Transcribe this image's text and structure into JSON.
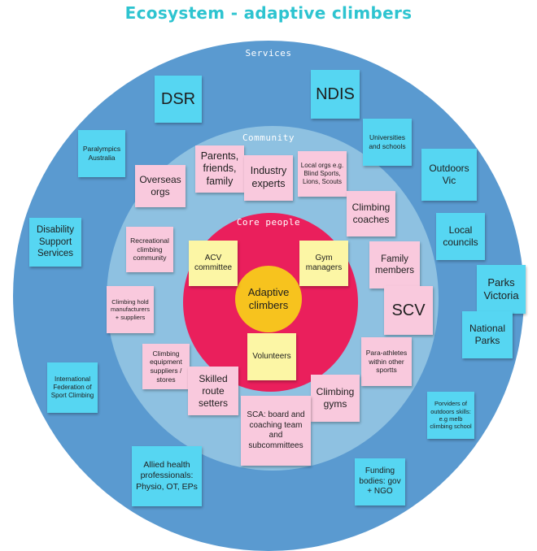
{
  "title": "Ecosystem - adaptive climbers",
  "rings": {
    "services": "Services",
    "community": "Community",
    "core": "Core people",
    "center": "Adaptive climbers"
  },
  "notes": {
    "dsr": "DSR",
    "ndis": "NDIS",
    "paralympics": "Paralympics Australia",
    "universities": "Universities and schools",
    "outdoors_vic": "Outdoors Vic",
    "disability_support": "Disability Support Services",
    "local_councils": "Local councils",
    "parks_victoria": "Parks Victoria",
    "national_parks": "National Parks",
    "intl_federation": "International Federation of Sport Climbing",
    "outdoor_providers": "Porviders of outdoors skills: e.g melb climbing school",
    "allied_health": "Allied health professionals: Physio, OT, EPs",
    "funding_bodies": "Funding bodies: gov + NGO",
    "overseas_orgs": "Overseas orgs",
    "parents": "Parents, friends, family",
    "industry_experts": "Industry experts",
    "local_orgs": "Local orgs e.g. Blind Sports, Lions, Scouts",
    "climbing_coaches": "Climbing coaches",
    "recreational": "Recreational climbing community",
    "family_members": "Family members",
    "scv": "SCV",
    "hold_manufacturers": "Climbing hold manufacturers + suppliers",
    "equipment_suppliers": "Climbing equipment suppliers / stores",
    "para_athletes": "Para-athletes within other sportts",
    "route_setters": "Skilled route setters",
    "climbing_gyms": "Climbing gyms",
    "sca": "SCA: board and coaching team and subcommittees",
    "acv_committee": "ACV committee",
    "gym_managers": "Gym managers",
    "volunteers": "Volunteers"
  },
  "colors": {
    "services_ring": "#5a9ad0",
    "community_ring": "#8ec1e1",
    "core_ring": "#ea1f5c",
    "center_circle": "#f7c31e",
    "blue_note": "#56d6f2",
    "pink_note": "#f9c9dd",
    "yellow_note": "#fcf6a5",
    "title": "#2ec4d0"
  }
}
